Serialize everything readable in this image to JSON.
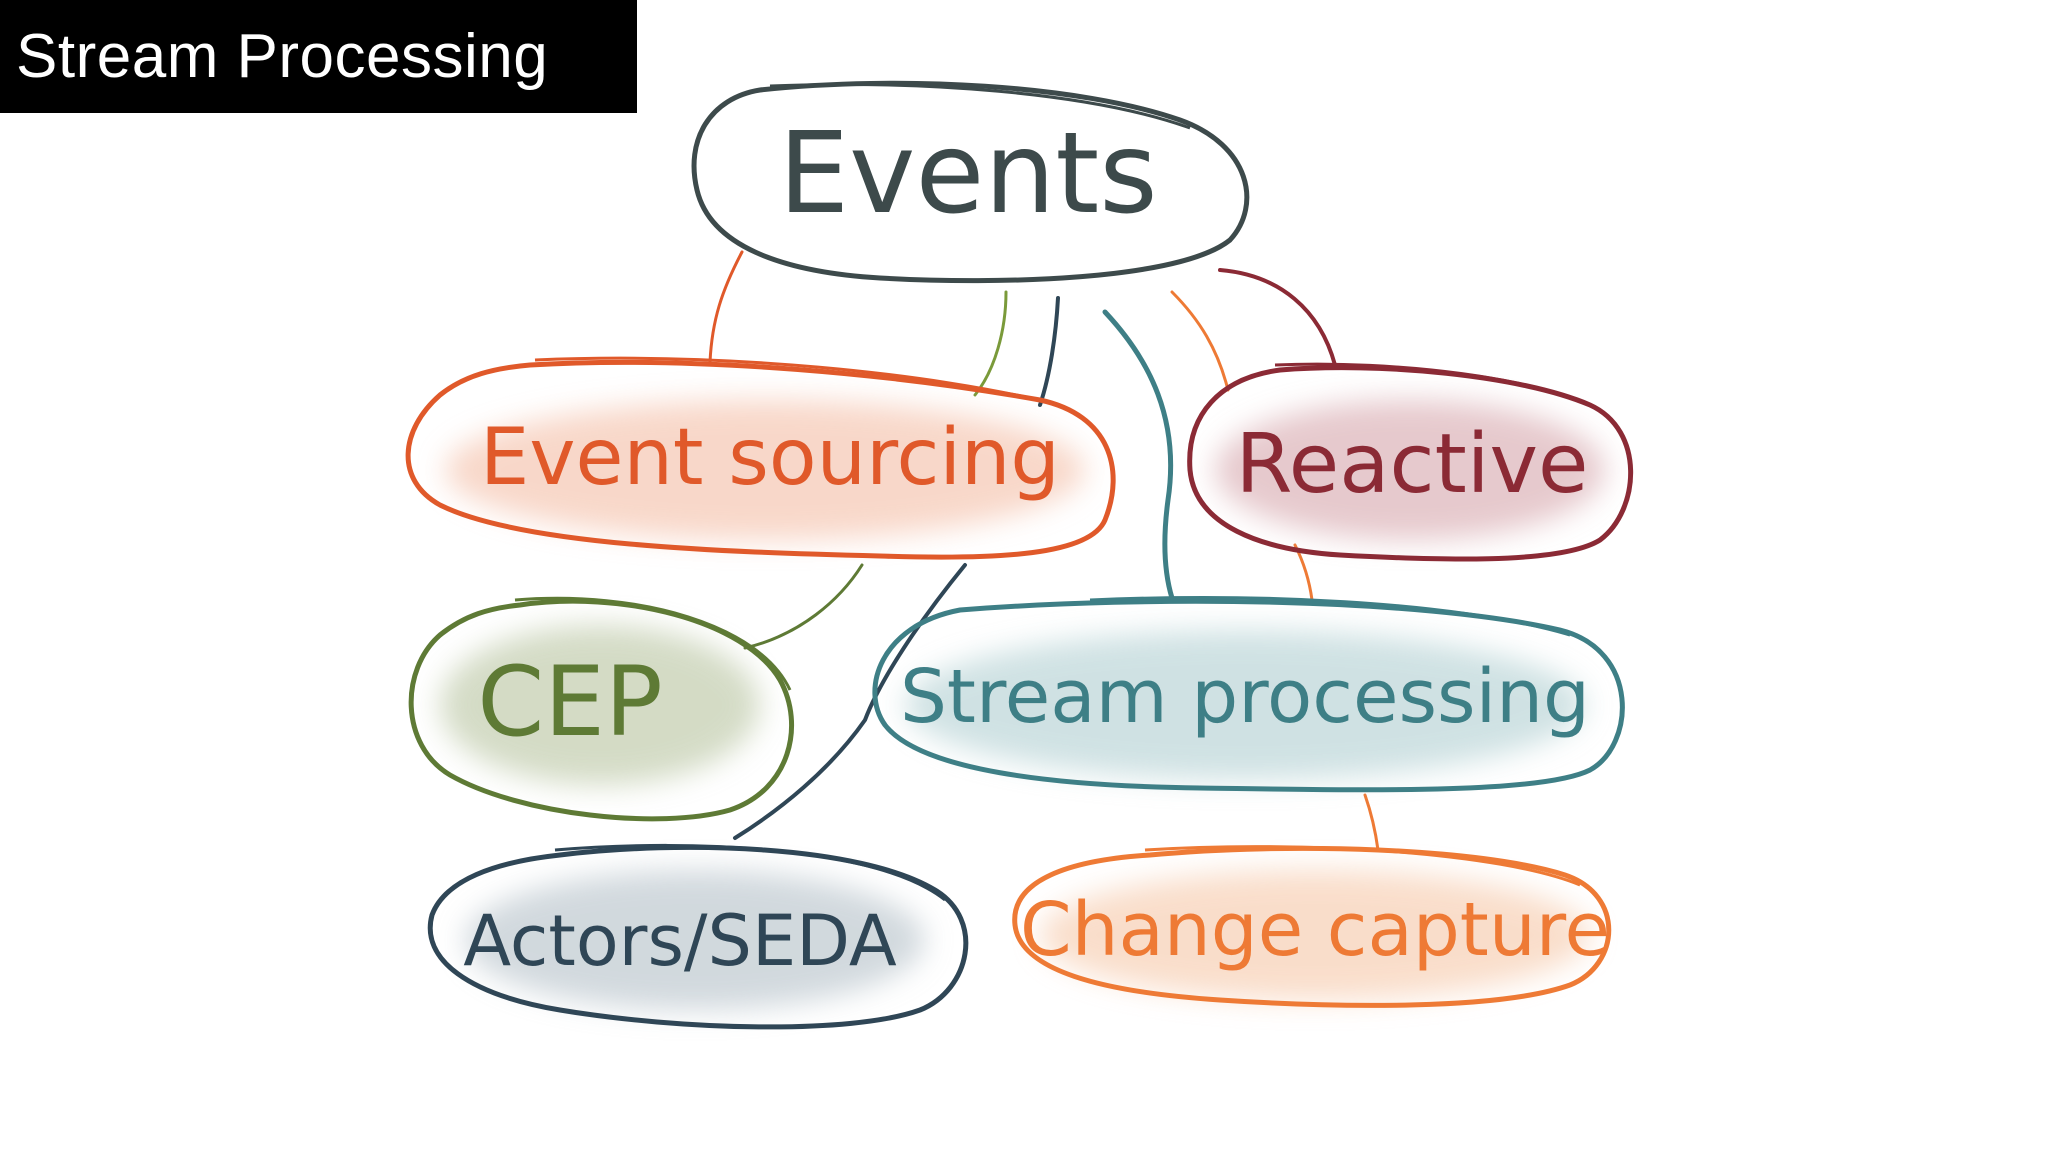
{
  "slide": {
    "title": "Stream Processing"
  },
  "diagram": {
    "root": {
      "label": "Events",
      "color": "#3d4a4b"
    },
    "nodes": [
      {
        "id": "event-sourcing",
        "label": "Event sourcing",
        "color": "#e0592a"
      },
      {
        "id": "reactive",
        "label": "Reactive",
        "color": "#8b2a35"
      },
      {
        "id": "cep",
        "label": "CEP",
        "color": "#5e7a35"
      },
      {
        "id": "stream-processing",
        "label": "Stream processing",
        "color": "#3e7f86"
      },
      {
        "id": "actors-seda",
        "label": "Actors/SEDA",
        "color": "#2f4656"
      },
      {
        "id": "change-capture",
        "label": "Change capture",
        "color": "#ee7a35"
      }
    ]
  }
}
